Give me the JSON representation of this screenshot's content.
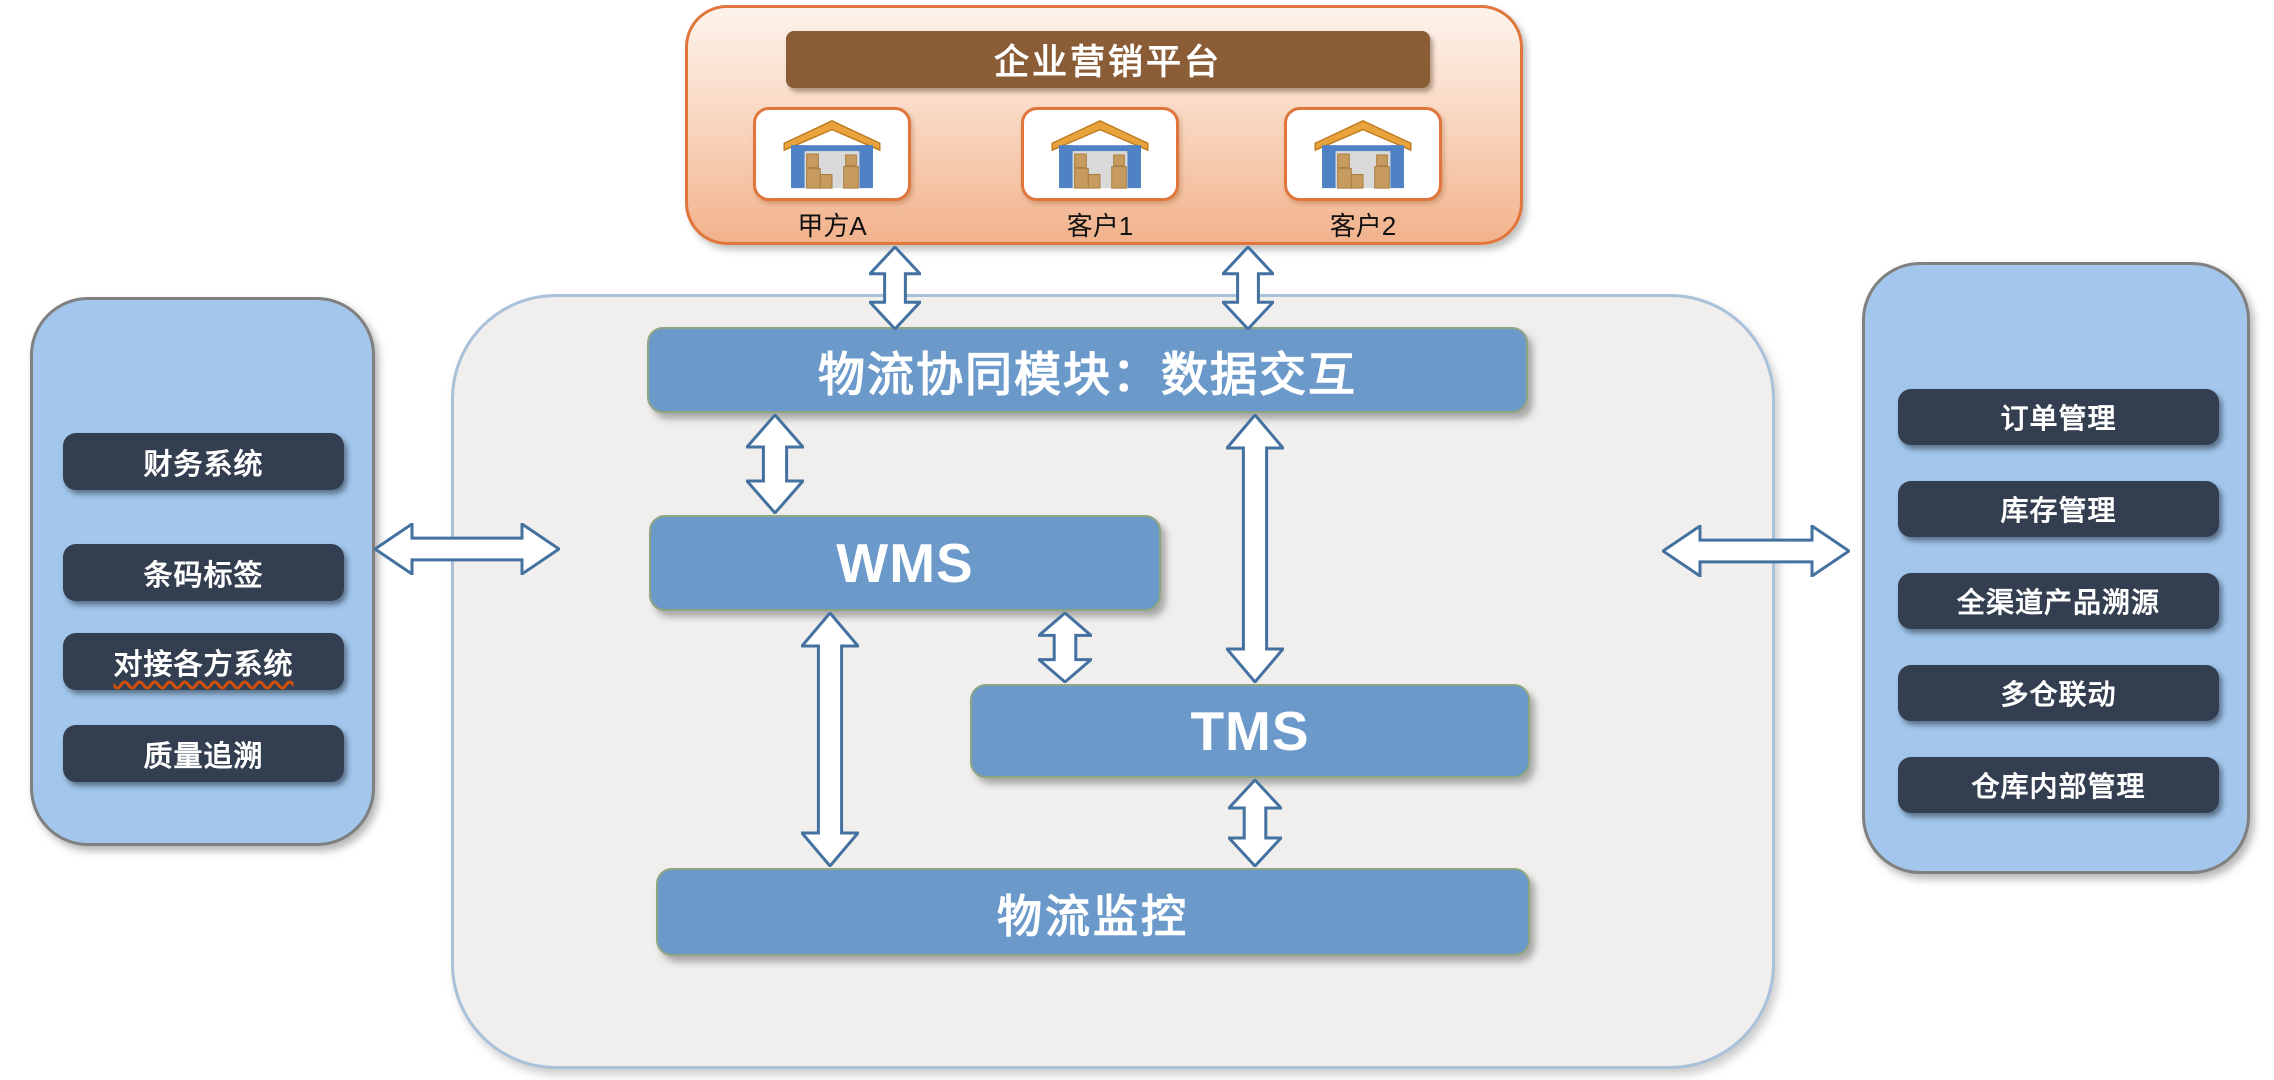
{
  "platform": {
    "header": "企业营销平台",
    "clients": [
      {
        "label": "甲方A"
      },
      {
        "label": "客户1"
      },
      {
        "label": "客户2"
      }
    ]
  },
  "left_panel": {
    "items": [
      {
        "label": "财务系统"
      },
      {
        "label": "条码标签"
      },
      {
        "label": "对接各方系统"
      },
      {
        "label": "质量追溯"
      }
    ]
  },
  "right_panel": {
    "items": [
      {
        "label": "订单管理"
      },
      {
        "label": "库存管理"
      },
      {
        "label": "全渠道产品溯源"
      },
      {
        "label": "多仓联动"
      },
      {
        "label": "仓库内部管理"
      }
    ]
  },
  "core_modules": {
    "collaboration_bar": "物流协同模块：数据交互",
    "wms": "WMS",
    "tms": "TMS",
    "monitoring": "物流监控"
  },
  "colors": {
    "bar-blue": "#6b9aca",
    "bar-border": "#8fa582",
    "panel-blue": "#a3c7ec",
    "panel-border": "#808080",
    "dark-button": "#333f50",
    "orange-border": "#e0763c",
    "orange-fill-top": "#fdf3ec",
    "orange-fill-bottom": "#f2b28c",
    "brown-header": "#8a5d36",
    "gray-box-fill": "#f0efee",
    "gray-box-border": "#a9c2da",
    "arrow-stroke": "#44719f",
    "squiggle": "#d2500a"
  }
}
